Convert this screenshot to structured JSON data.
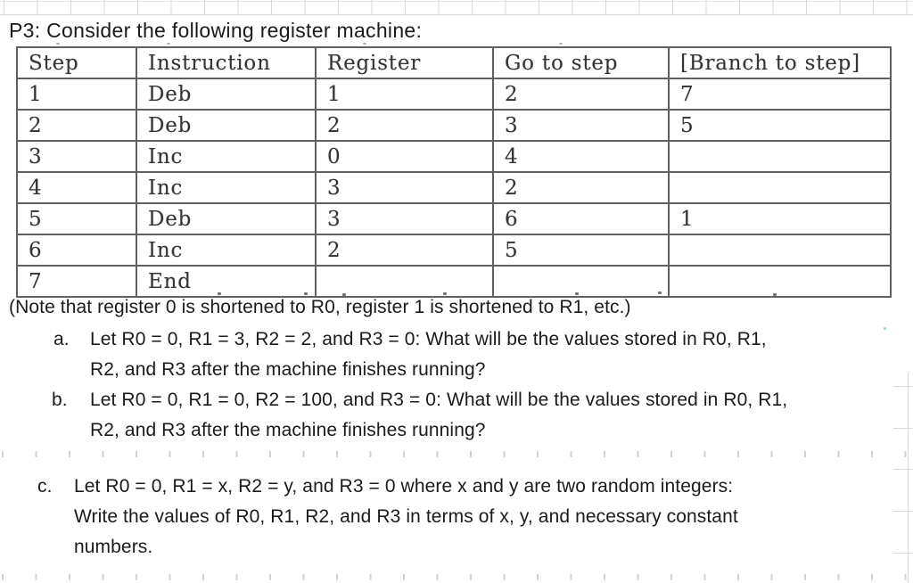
{
  "title": "P3: Consider the following register machine:",
  "table": {
    "headers": [
      "Step",
      "Instruction",
      "Register",
      "Go to step",
      "[Branch to step]"
    ],
    "rows": [
      [
        "1",
        "Deb",
        "1",
        "2",
        "7"
      ],
      [
        "2",
        "Deb",
        "2",
        "3",
        "5"
      ],
      [
        "3",
        "Inc",
        "0",
        "4",
        ""
      ],
      [
        "4",
        "Inc",
        "3",
        "2",
        ""
      ],
      [
        "5",
        "Deb",
        "3",
        "6",
        "1"
      ],
      [
        "6",
        "Inc",
        "2",
        "5",
        ""
      ],
      [
        "7",
        "End",
        "",
        "",
        ""
      ]
    ]
  },
  "note": "(Note that register 0 is shortened to R0, register 1 is shortened to R1, etc.)",
  "questions": [
    {
      "marker": "a.",
      "lines": [
        "Let R0 = 0, R1 = 3, R2 = 2, and R3 = 0: What will be the values stored in R0, R1,",
        "R2, and R3 after the machine finishes running?"
      ]
    },
    {
      "marker": "b.",
      "lines": [
        "Let R0 = 0, R1 = 0, R2 = 100, and R3 = 0: What will be the values stored in R0, R1,",
        "R2, and R3 after the machine finishes running?"
      ]
    },
    {
      "marker": "c.",
      "lines": [
        "Let R0 = 0, R1 = x, R2 = y, and R3 = 0 where x and y are two random integers:",
        "Write the values of R0, R1, R2, and R3 in terms of x, y, and necessary constant",
        "numbers."
      ]
    }
  ],
  "colors": {
    "grid": "#d9d9d9",
    "table_border": "#606060",
    "text": "#1b1b1b"
  }
}
